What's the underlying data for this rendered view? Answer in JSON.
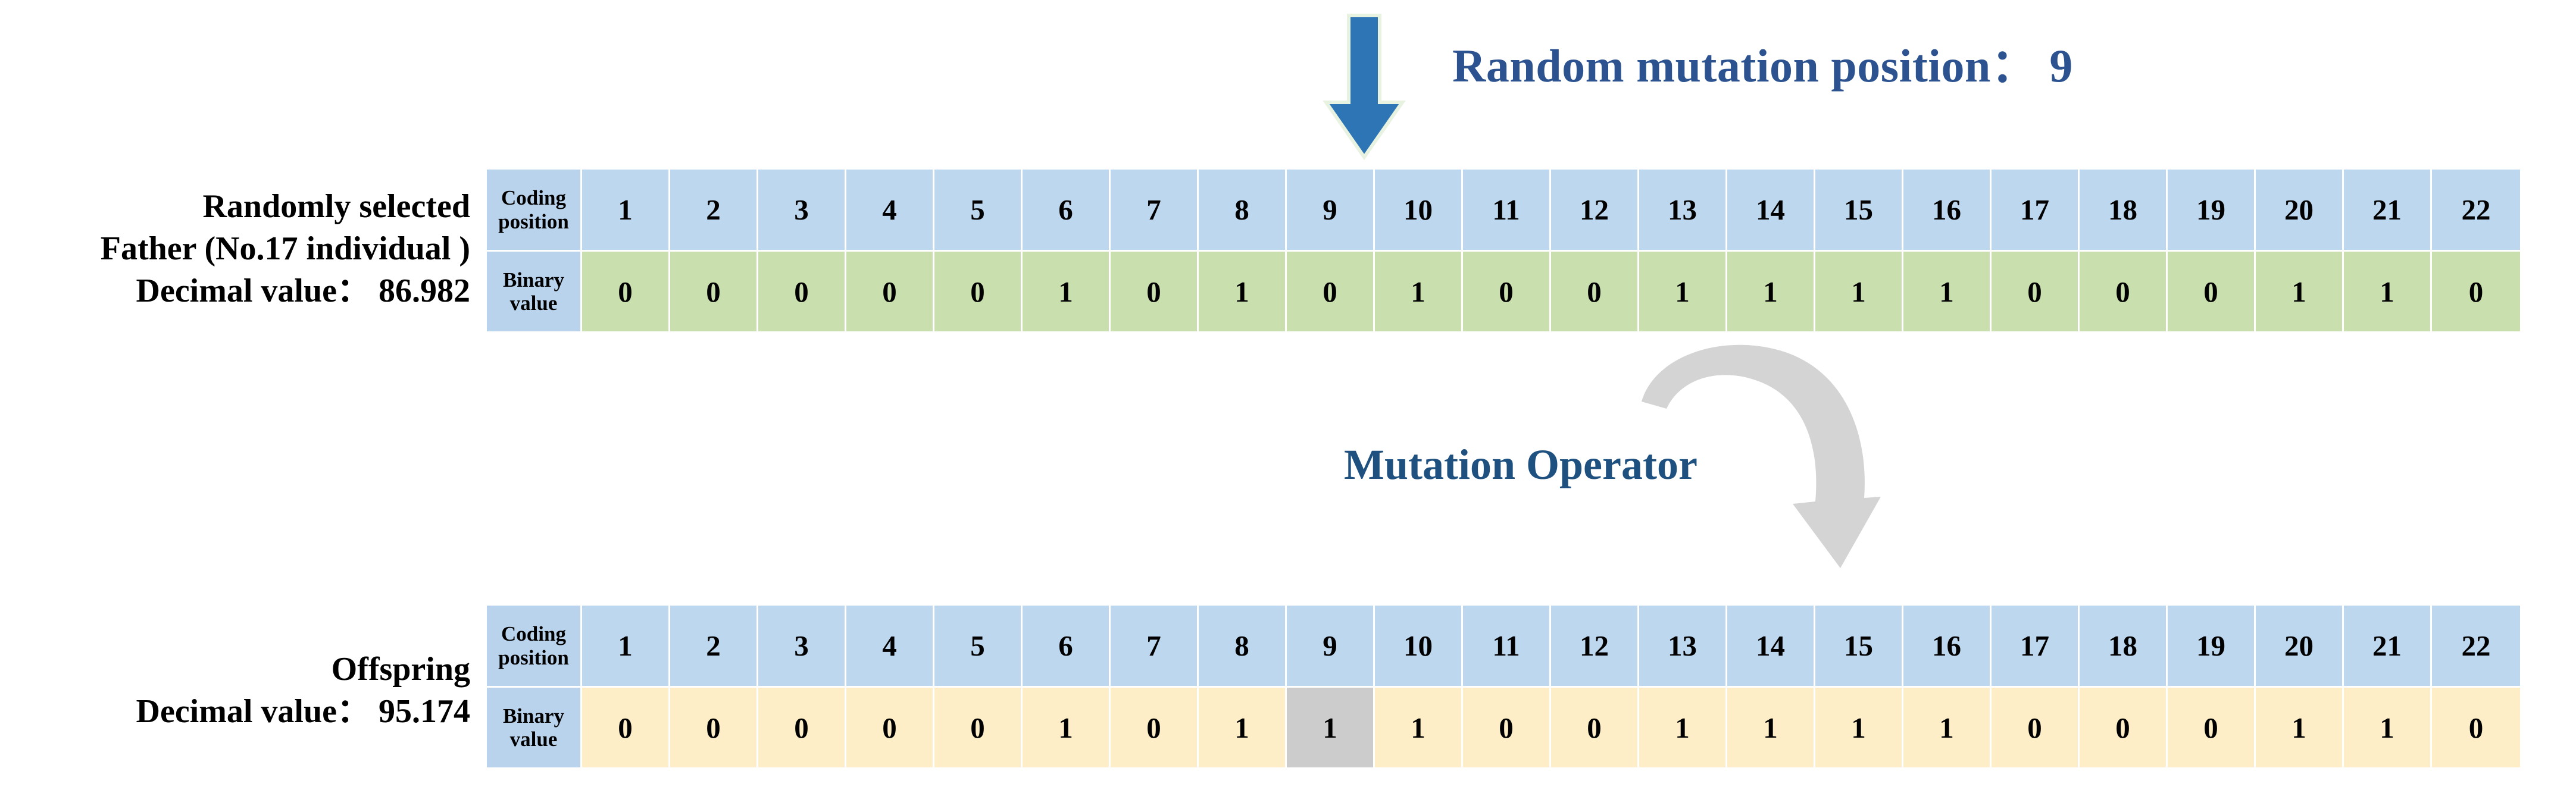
{
  "diagram": {
    "mutation_title": "Random mutation position： 9",
    "operator_label": "Mutation Operator",
    "arrow_down_icon": "down-arrow-icon",
    "arrow_curved_icon": "curved-arrow-icon",
    "colors": {
      "title_blue": "#2c5390",
      "operator_blue": "#1f5180",
      "arrow_blue": "#2e75b6",
      "arrow_gray": "#d0d0d0",
      "header_blue": "#bdd7ee",
      "rowhead_blue": "#b9d3ec",
      "parent_green": "#c9e0ae",
      "offspring_cream": "#fdeec7",
      "mutated_gray": "#cccccc"
    }
  },
  "father": {
    "label_line1": "Randomly selected",
    "label_line2": "Father (No.17 individual )",
    "label_line3": "Decimal value： 86.982",
    "row_head_position_line1": "Coding",
    "row_head_position_line2": "position",
    "row_head_binary_line1": "Binary",
    "row_head_binary_line2": "value",
    "positions": [
      "1",
      "2",
      "3",
      "4",
      "5",
      "6",
      "7",
      "8",
      "9",
      "10",
      "11",
      "12",
      "13",
      "14",
      "15",
      "16",
      "17",
      "18",
      "19",
      "20",
      "21",
      "22"
    ],
    "binary": [
      "0",
      "0",
      "0",
      "0",
      "0",
      "1",
      "0",
      "1",
      "0",
      "1",
      "0",
      "0",
      "1",
      "1",
      "1",
      "1",
      "0",
      "0",
      "0",
      "1",
      "1",
      "0"
    ],
    "decimal_value": "86.982"
  },
  "offspring": {
    "label_line1": "Offspring",
    "label_line2": "Decimal value： 95.174",
    "row_head_position_line1": "Coding",
    "row_head_position_line2": "position",
    "row_head_binary_line1": "Binary",
    "row_head_binary_line2": "value",
    "positions": [
      "1",
      "2",
      "3",
      "4",
      "5",
      "6",
      "7",
      "8",
      "9",
      "10",
      "11",
      "12",
      "13",
      "14",
      "15",
      "16",
      "17",
      "18",
      "19",
      "20",
      "21",
      "22"
    ],
    "binary": [
      "0",
      "0",
      "0",
      "0",
      "0",
      "1",
      "0",
      "1",
      "1",
      "1",
      "0",
      "0",
      "1",
      "1",
      "1",
      "1",
      "0",
      "0",
      "0",
      "1",
      "1",
      "0"
    ],
    "mutated_index": 8,
    "decimal_value": "95.174"
  }
}
